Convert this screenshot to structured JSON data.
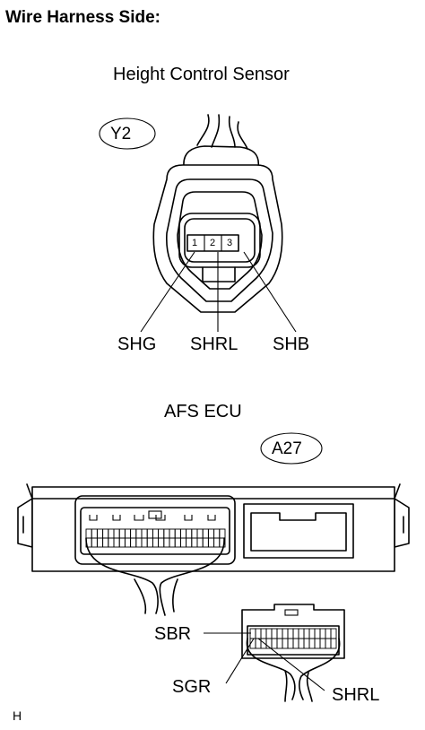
{
  "header": {
    "title": "Wire Harness Side:"
  },
  "sensor": {
    "name": "Height Control Sensor",
    "connector_code": "Y2",
    "pins": [
      "1",
      "2",
      "3"
    ],
    "terminals": [
      "SHG",
      "SHRL",
      "SHB"
    ]
  },
  "ecu": {
    "name": "AFS ECU",
    "connector_code": "A27",
    "terminals": [
      "SBR",
      "SGR",
      "SHRL"
    ]
  },
  "footer": {
    "mark": "H"
  }
}
